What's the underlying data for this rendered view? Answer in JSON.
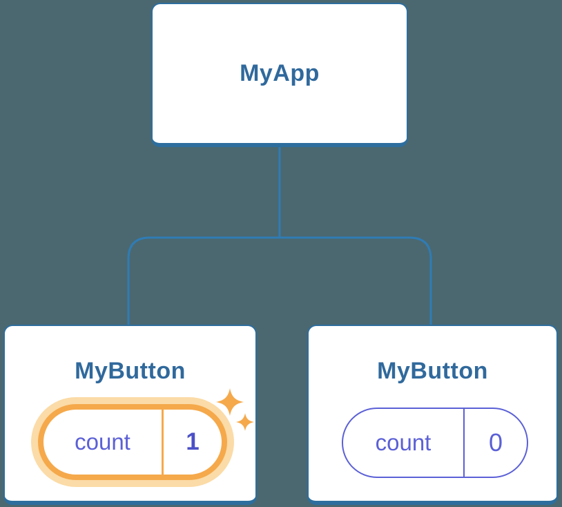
{
  "figure": {
    "kind": "react-component-tree-diagram",
    "description": "Component tree: root app with two button children holding independent state"
  },
  "tree": {
    "root": {
      "label": "MyApp"
    },
    "children": [
      {
        "label": "MyButton",
        "state_key": "count",
        "state_value": "1",
        "highlighted": true
      },
      {
        "label": "MyButton",
        "state_key": "count",
        "state_value": "0",
        "highlighted": false
      }
    ]
  },
  "icons": {
    "sparkle_big": "sparkle-icon",
    "sparkle_small": "sparkle-icon"
  },
  "colors": {
    "background": "#4B6870",
    "connector": "#2F7CB5",
    "card_background": "#FFFFFF",
    "card_border": "#2D6E9E",
    "title_text": "#30699C",
    "state_text": "#5B60D6",
    "state_value_highlight_text": "#4B50C6",
    "highlight_orange": "#F5A94B",
    "highlight_glow": "#FBDBA7"
  }
}
